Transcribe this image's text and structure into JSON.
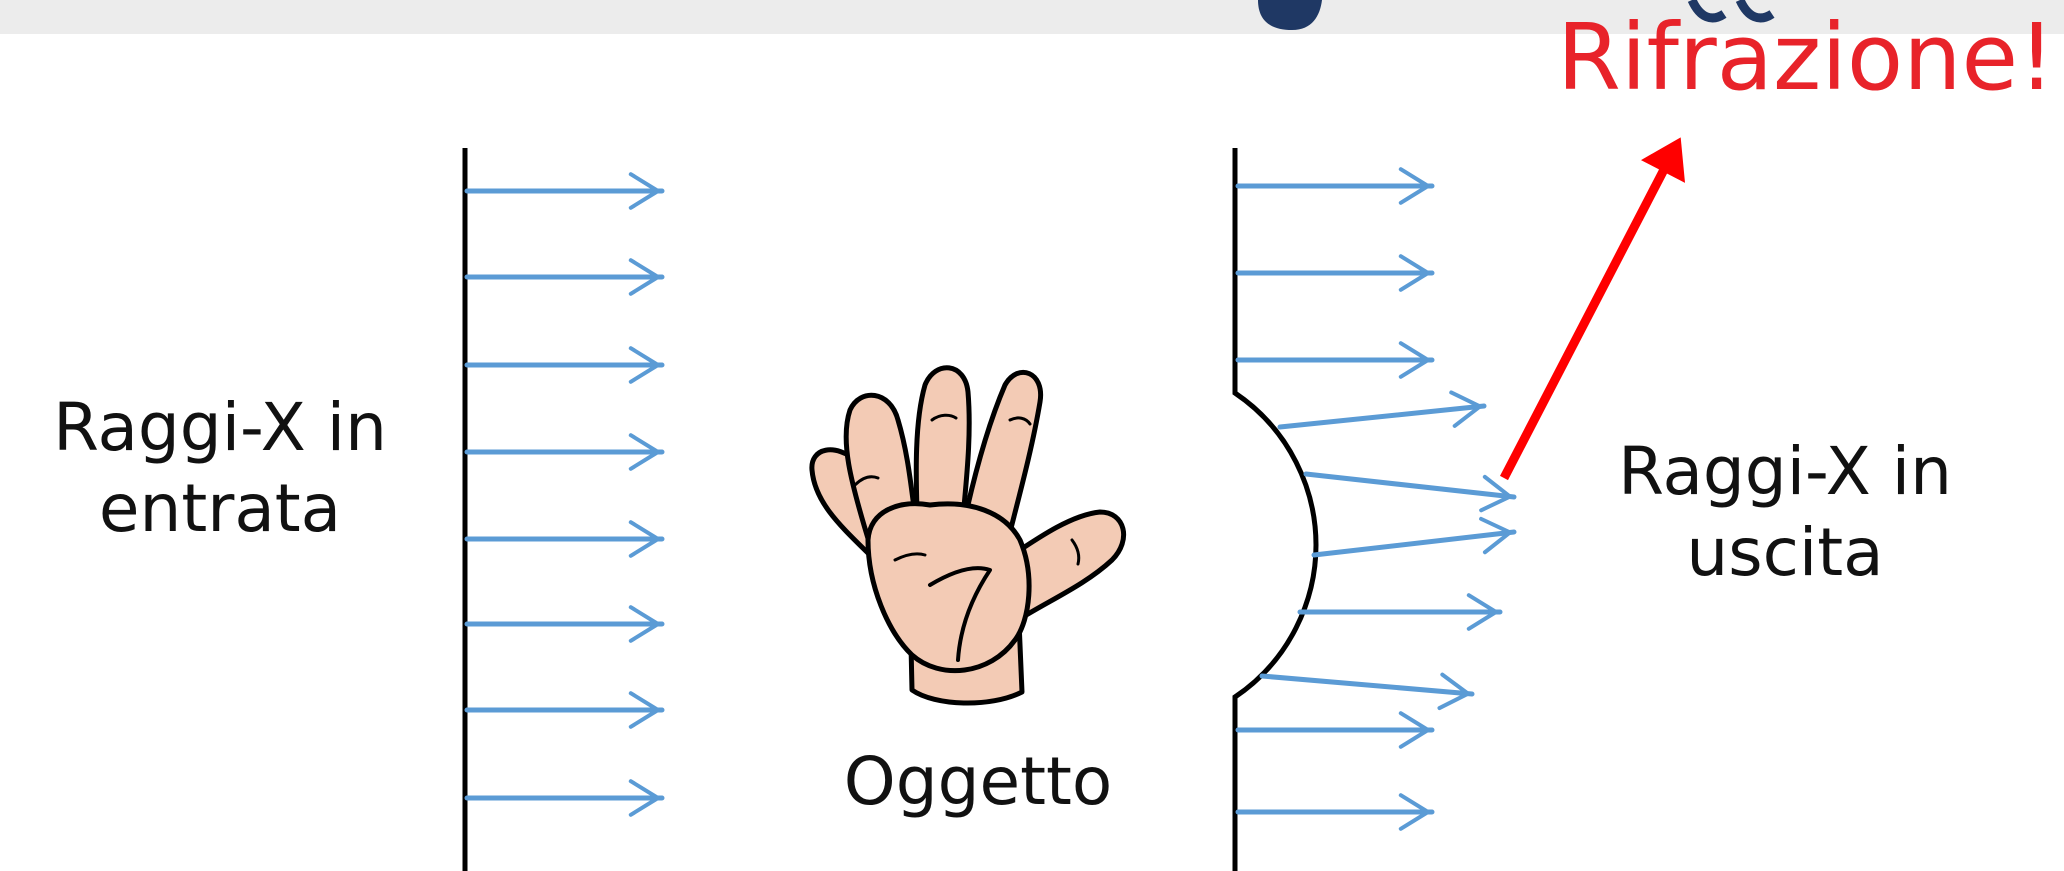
{
  "labels": {
    "incoming_line1": "Raggi-X in",
    "incoming_line2": "entrata",
    "outgoing_line1": "Raggi-X in",
    "outgoing_line2": "uscita",
    "object": "Oggetto",
    "refraction": "Rifrazione!"
  },
  "icons": [
    "hand-icon"
  ],
  "colors": {
    "ray": "#5b9bd5",
    "wavefront": "#000000",
    "annotation_arrow": "#ff0000",
    "refraction_text": "#e8232a",
    "header_bar": "#ececec",
    "header_text": "#1f3864"
  }
}
